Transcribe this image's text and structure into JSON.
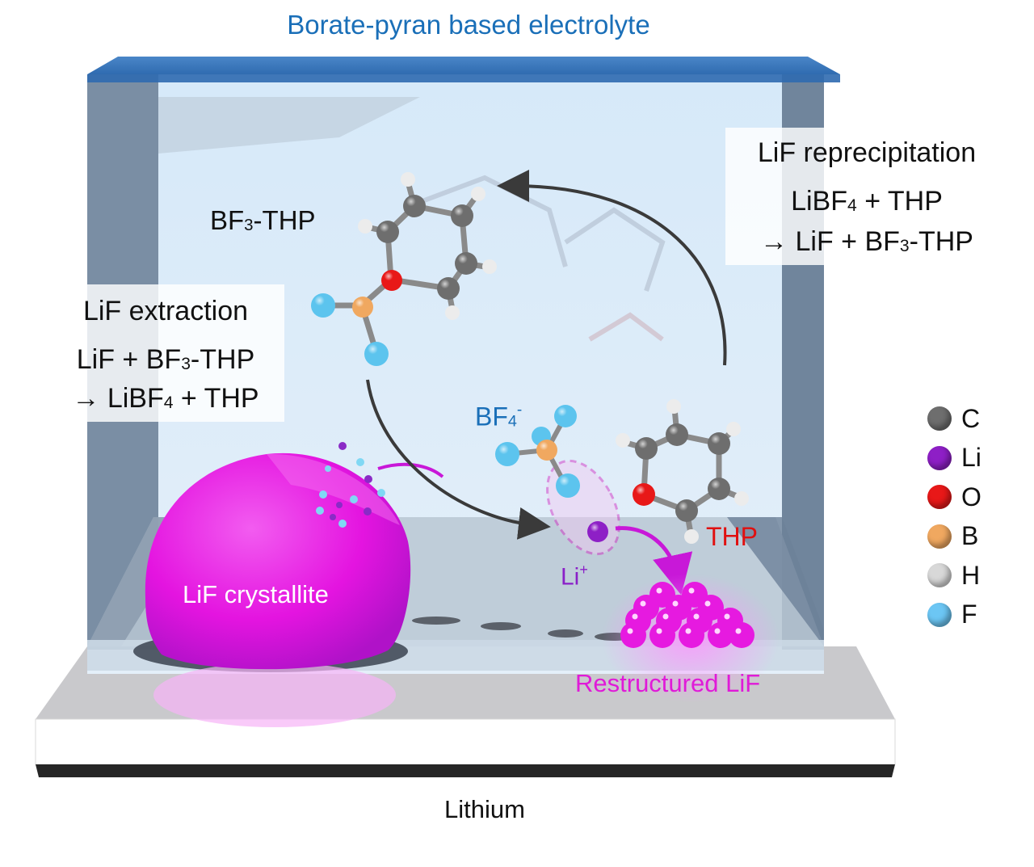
{
  "title": "Borate-pyran based electrolyte",
  "reprecipitation": {
    "heading": "LiF reprecipitation",
    "line1_a": "LiBF",
    "line1_sub": "4",
    "line1_b": " + THP",
    "line2_a": "→ LiF + BF",
    "line2_sub": "3",
    "line2_b": "-THP"
  },
  "extraction": {
    "heading": "LiF extraction",
    "line1_a": "LiF + BF",
    "line1_sub": "3",
    "line1_b": "-THP",
    "line2_a": "→ LiBF",
    "line2_sub": "4",
    "line2_b": " + THP"
  },
  "molecules": {
    "bf3_thp_a": "BF",
    "bf3_thp_sub": "3",
    "bf3_thp_b": "-THP",
    "bf4_a": "BF",
    "bf4_sub": "4",
    "bf4_sup": "-",
    "thp": "THP",
    "li_a": "Li",
    "li_sup": "+"
  },
  "labels": {
    "crystallite": "LiF crystallite",
    "restructured": "Restructured LiF",
    "substrate": "Lithium"
  },
  "legend": [
    {
      "symbol": "C",
      "color": "#6e6e6e"
    },
    {
      "symbol": "Li",
      "color": "#8e1fc6"
    },
    {
      "symbol": "O",
      "color": "#e81818"
    },
    {
      "symbol": "B",
      "color": "#f0a860"
    },
    {
      "symbol": "H",
      "color": "#d8d8d8"
    },
    {
      "symbol": "F",
      "color": "#6cc6f4"
    }
  ],
  "colors": {
    "title_blue": "#1a6fb8",
    "lif_magenta": "#e61ae0",
    "thp_red": "#e01010",
    "li_purple": "#8a1fc8"
  }
}
